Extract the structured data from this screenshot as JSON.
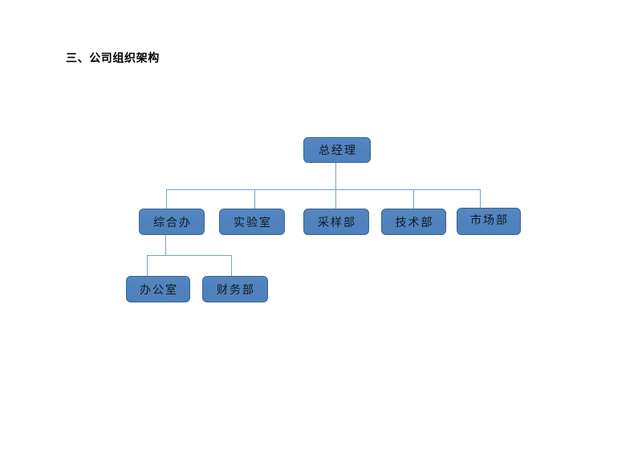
{
  "document": {
    "heading": "三、公司组织架构"
  },
  "org_chart": {
    "type": "org-tree",
    "colors": {
      "node_fill": "#4f81bd",
      "node_border": "#3a648f",
      "connector": "#7b9fc7",
      "node_text": "#121921",
      "page_background": "#ffffff",
      "heading_color": "#000000"
    },
    "nodes": [
      {
        "label": "总经理",
        "level": 1,
        "parent": null
      },
      {
        "label": "综合办",
        "level": 2,
        "parent": "总经理"
      },
      {
        "label": "实验室",
        "level": 2,
        "parent": "总经理"
      },
      {
        "label": "采样部",
        "level": 2,
        "parent": "总经理"
      },
      {
        "label": "技术部",
        "level": 2,
        "parent": "总经理"
      },
      {
        "label": "市场部",
        "level": 2,
        "parent": "总经理"
      },
      {
        "label": "办公室",
        "level": 3,
        "parent": "综合办"
      },
      {
        "label": "财务部",
        "level": 3,
        "parent": "综合办"
      }
    ]
  }
}
